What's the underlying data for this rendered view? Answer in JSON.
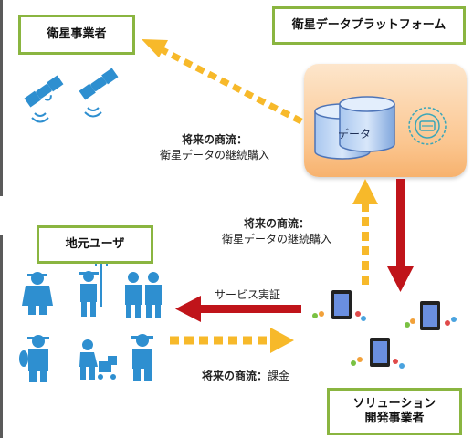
{
  "boxes": {
    "satellite_operator": "衛星事業者",
    "data_platform": "衛星データプラットフォーム",
    "local_user": "地元ユーザ",
    "solution_line1": "ソリューション",
    "solution_line2": "開発事業者"
  },
  "platform": {
    "db_label": "データ"
  },
  "flows": {
    "future_title": "将来の商流：",
    "continued_purchase": "衛星データの継続購入",
    "service_demo": "サービス実証",
    "billing_prefix": "将来の商流：",
    "billing": "課金"
  },
  "colors": {
    "box_border": "#8ab540",
    "dashed_arrow": "#f7b92a",
    "solid_arrow": "#c0141a",
    "icon_blue": "#2e8fd0"
  },
  "icons": {
    "satellites": [
      "satellite-icon",
      "satellite-icon"
    ],
    "people": [
      "farmer-icon",
      "farmer-pitchfork-icon",
      "couple-icon",
      "farmer-vegetable-icon",
      "worker-cart-icon",
      "fisherman-icon"
    ],
    "devices": [
      "tablet-icon",
      "tablet-icon",
      "tablet-icon"
    ]
  }
}
